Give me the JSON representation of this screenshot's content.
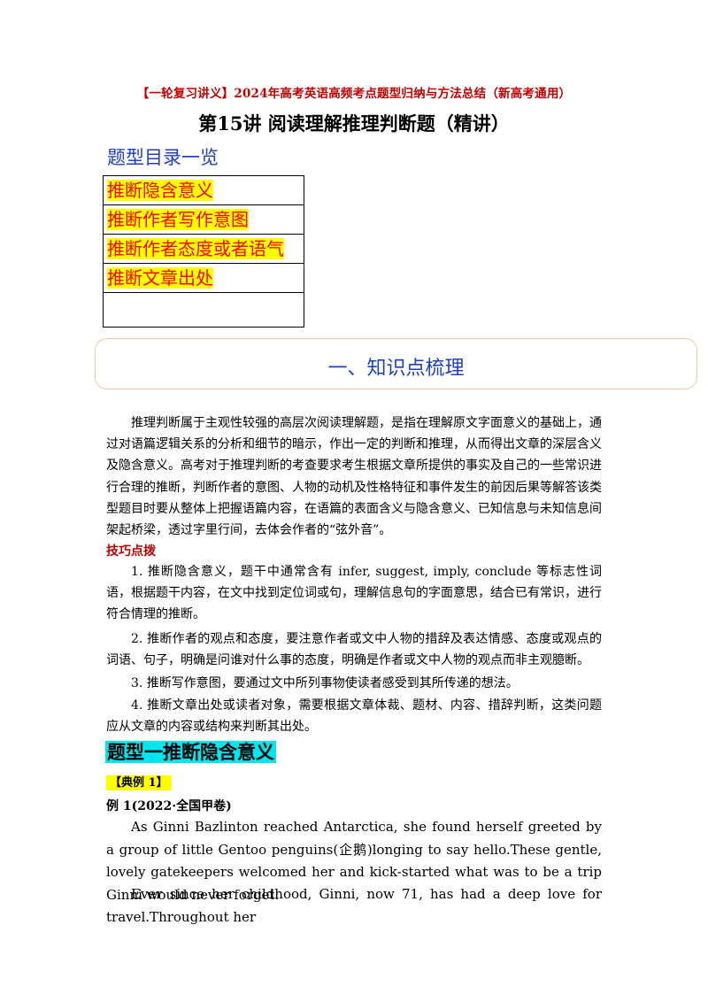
{
  "header": {
    "series_title": "【一轮复习讲义】2024年高考英语高频考点题型归纳与方法总结（新高考通用）",
    "lecture_title": "第15讲  阅读理解推理判断题（精讲）"
  },
  "toc": {
    "heading": "题型目录一览",
    "items": [
      "推断隐含意义",
      "推断作者写作意图",
      "推断作者态度或者语气",
      "推断文章出处"
    ]
  },
  "section": {
    "title": "一、知识点梳理"
  },
  "intro": {
    "text": "推理判断属于主观性较强的高层次阅读理解题，是指在理解原文字面意义的基础上，通过对语篇逻辑关系的分析和细节的暗示，作出一定的判断和推理，从而得出文章的深层含义及隐含意义。高考对于推理判断的考查要求考生根据文章所提供的事实及自己的一些常识进行合理的推断，判断作者的意图、人物的动机及性格特征和事件发生的前因后果等解答该类型题目时要从整体上把握语篇内容，在语篇的表面含义与隐含意义、已知信息与未知信息间架起桥梁，透过字里行间，去体会作者的“弦外音”。"
  },
  "tips": {
    "label": "技巧点拨",
    "items": [
      "1. 推断隐含意义，题干中通常含有 infer, suggest, imply, conclude 等标志性词语，根据题干内容，在文中找到定位词或句，理解信息句的字面意思，结合已有常识，进行符合情理的推断。",
      "2. 推断作者的观点和态度，要注意作者或文中人物的措辞及表达情感、态度或观点的词语、句子，明确是问谁对什么事的态度，明确是作者或文中人物的观点而非主观臆断。",
      "3. 推断写作意图，要通过文中所列事物使读者感受到其所传递的想法。",
      "4. 推断文章出处或读者对象，需要根据文章体裁、题材、内容、措辞判断，这类问题应从文章的内容或结构来判断其出处。"
    ]
  },
  "type_one": {
    "heading": "题型一推断隐含意义",
    "badge": "【典例 1】",
    "example_title": "例 1(2022·全国甲卷)",
    "paragraphs": [
      "As Ginni Bazlinton reached Antarctica, she found herself greeted by a group of little Gentoo penguins(企鹅)longing to say hello.These gentle, lovely gatekeepers welcomed her and kick-started what was to be a trip Ginni would never forget.",
      "Ever since her childhood, Ginni, now 71, has had a deep love for travel.Throughout her"
    ]
  }
}
